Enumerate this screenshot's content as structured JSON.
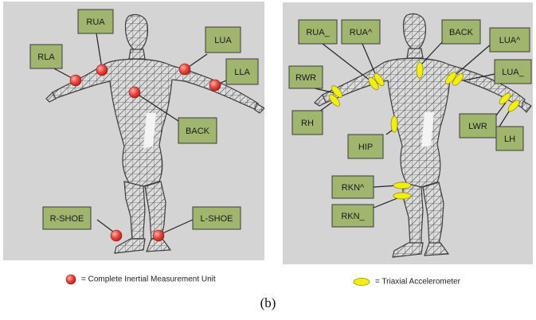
{
  "left_panel": {
    "labels": {
      "rla": "RLA",
      "rua": "RUA",
      "lua": "LUA",
      "lla": "LLA",
      "back": "BACK",
      "r_shoe": "R-SHOE",
      "l_shoe": "L-SHOE"
    }
  },
  "right_panel": {
    "labels": {
      "rua_low": "RUA_",
      "rua_up": "RUA^",
      "back": "BACK",
      "lua_up": "LUA^",
      "lua_low": "LUA_",
      "rwr": "RWR",
      "rh": "RH",
      "hip": "HIP",
      "lwr": "LWR",
      "lh": "LH",
      "rkn_up": "RKN^",
      "rkn_low": "RKN_"
    }
  },
  "legend": {
    "imu": "= Complete Inertial Measurement Unit",
    "accel": "= Triaxial Accelerometer"
  },
  "caption": "(b)",
  "colors": {
    "panel_bg": "#d4d4d4",
    "label_fill": "#a0b56e",
    "label_border": "#3a3a3a",
    "imu_marker": "#e8453c",
    "accel_marker": "#f2ee10",
    "figure_body": "#d8d8d8",
    "figure_mesh": "#555555"
  }
}
